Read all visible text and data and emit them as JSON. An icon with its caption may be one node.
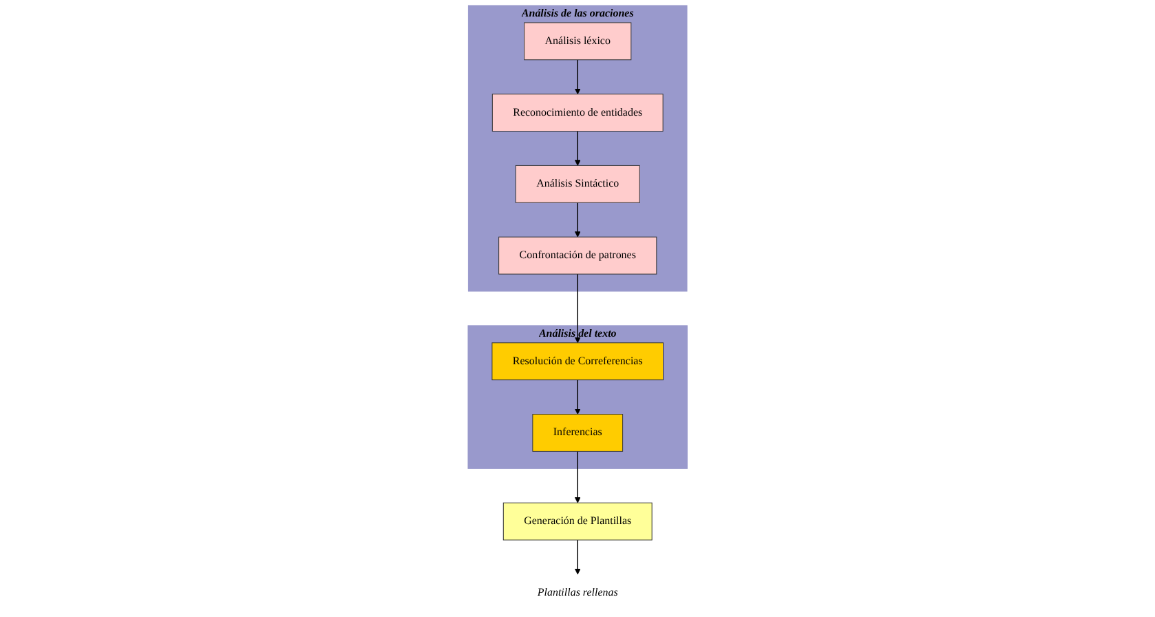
{
  "diagram": {
    "nodes": [
      {
        "text": [
          "Análisis de las oraciones"
        ]
      },
      {
        "text": [
          "Análisis léxico"
        ],
        "in": 0
      },
      {
        "text": [
          "Reconocimiento de entidades"
        ],
        "in": 0
      },
      {
        "text": [
          "Análisis Sintáctico"
        ],
        "in": 0
      },
      {
        "text": [
          "Confrontación de patrones"
        ],
        "in": 0
      },
      {
        "text": [
          "Análisis del texto"
        ]
      },
      {
        "text": [
          "Resolución de Correferencias"
        ],
        "in": 5
      },
      {
        "text": [
          "Inferencias"
        ],
        "in": 5
      },
      {
        "text": [
          "Generación de Plantillas"
        ]
      },
      {
        "text": [
          "Plantillas rellenas"
        ]
      }
    ],
    "edges": [
      {
        "from": 1,
        "to": 2,
        "arrow": "to"
      },
      {
        "from": 2,
        "to": 3,
        "arrow": "to"
      },
      {
        "from": 3,
        "to": 4,
        "arrow": "to"
      },
      {
        "from": 4,
        "to": 6,
        "arrow": "to"
      },
      {
        "from": 6,
        "to": 7,
        "arrow": "to"
      },
      {
        "from": 7,
        "to": 8,
        "arrow": "to"
      },
      {
        "from": 8,
        "to": 9,
        "arrow": "to"
      }
    ]
  }
}
